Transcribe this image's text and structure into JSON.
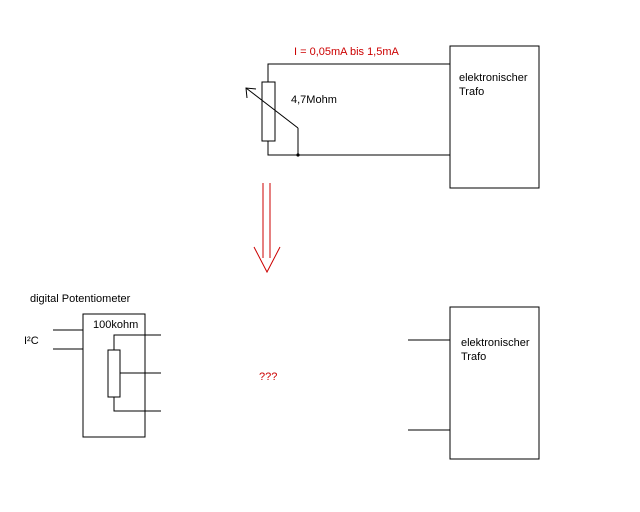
{
  "colors": {
    "line": "#000000",
    "accent": "#cc0000",
    "background": "#ffffff"
  },
  "top_circuit": {
    "current_label": "I = 0,05mA bis 1,5mA",
    "resistor_value": "4,7Mohm",
    "trafo_label_line1": "elektronischer",
    "trafo_label_line2": "Trafo"
  },
  "arrow": {
    "direction": "down"
  },
  "bottom_circuit": {
    "chip_title": "digital Potentiometer",
    "chip_value": "100kohm",
    "bus_label": "I²C",
    "unknown_label": "???",
    "trafo_label_line1": "elektronischer",
    "trafo_label_line2": "Trafo"
  }
}
